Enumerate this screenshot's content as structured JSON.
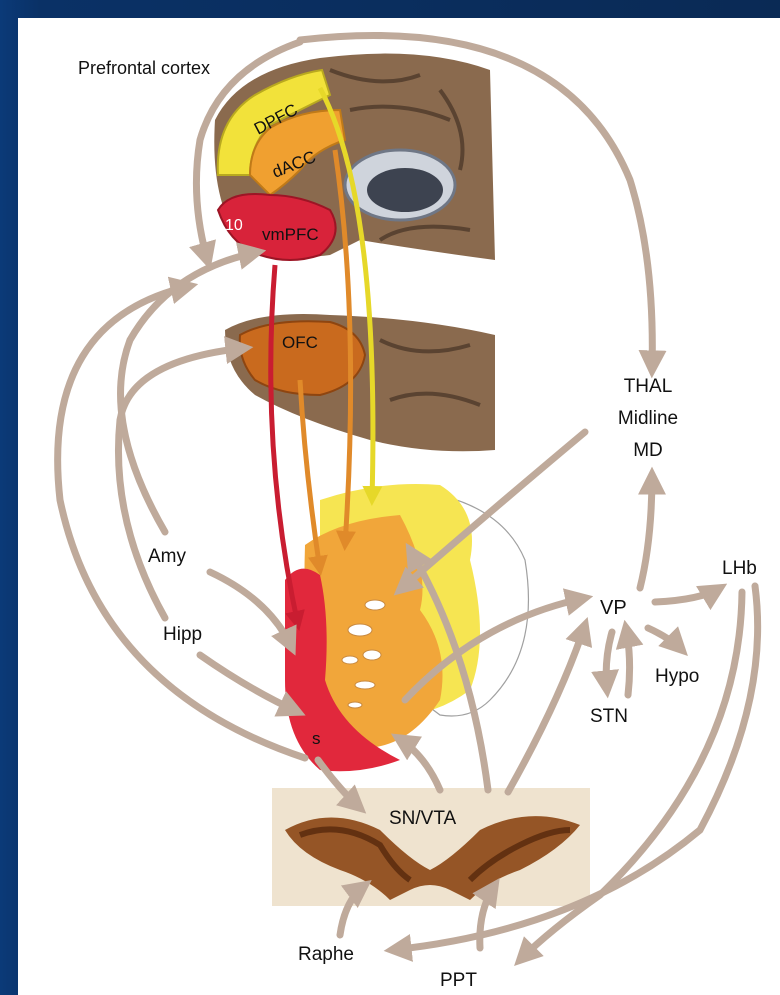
{
  "colors": {
    "frame": "#0a3166",
    "arrow": "#bfaa9b",
    "dlpfc": "#f2e23a",
    "dacc": "#f0a030",
    "vmpfc": "#d8233a",
    "ofc": "#c96a1e",
    "brain": "#8a6a4e",
    "snvta_bg": "#efe3cf",
    "snvta_stain": "#8b4513"
  },
  "labels": {
    "prefrontal": "Prefrontal cortex",
    "dpfc": "DPFC",
    "dacc": "dACC",
    "area10": "10",
    "vmpfc": "vmPFC",
    "ofc": "OFC",
    "thal1": "THAL",
    "thal2": "Midline",
    "thal3": "MD",
    "amy": "Amy",
    "hipp": "Hipp",
    "vp": "VP",
    "lhb": "LHb",
    "stn": "STN",
    "hypo": "Hypo",
    "s": "s",
    "snvta": "SN/VTA",
    "raphe": "Raphe",
    "ppt": "PPT"
  }
}
